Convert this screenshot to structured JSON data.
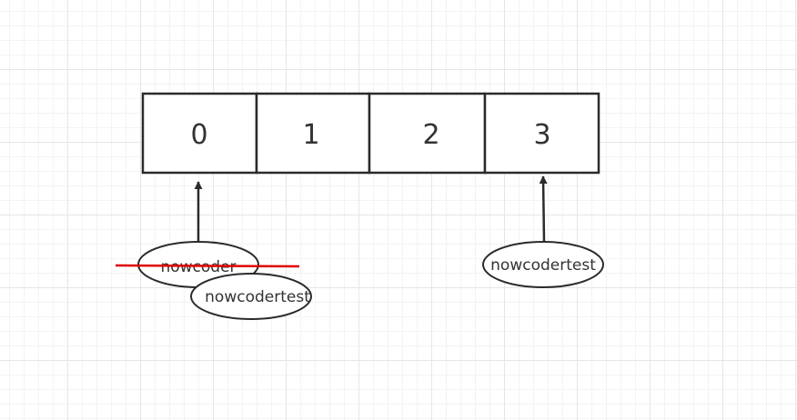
{
  "array": {
    "cells": [
      "0",
      "1",
      "2",
      "3"
    ]
  },
  "nodes": {
    "old_ref": "nowcoder",
    "new_ref": "nowcodertest",
    "appended": "nowcodertest"
  },
  "colors": {
    "stroke": "#2b2b2b",
    "text": "#333333",
    "strike": "#e00000",
    "grid": "#e6e6e6"
  }
}
